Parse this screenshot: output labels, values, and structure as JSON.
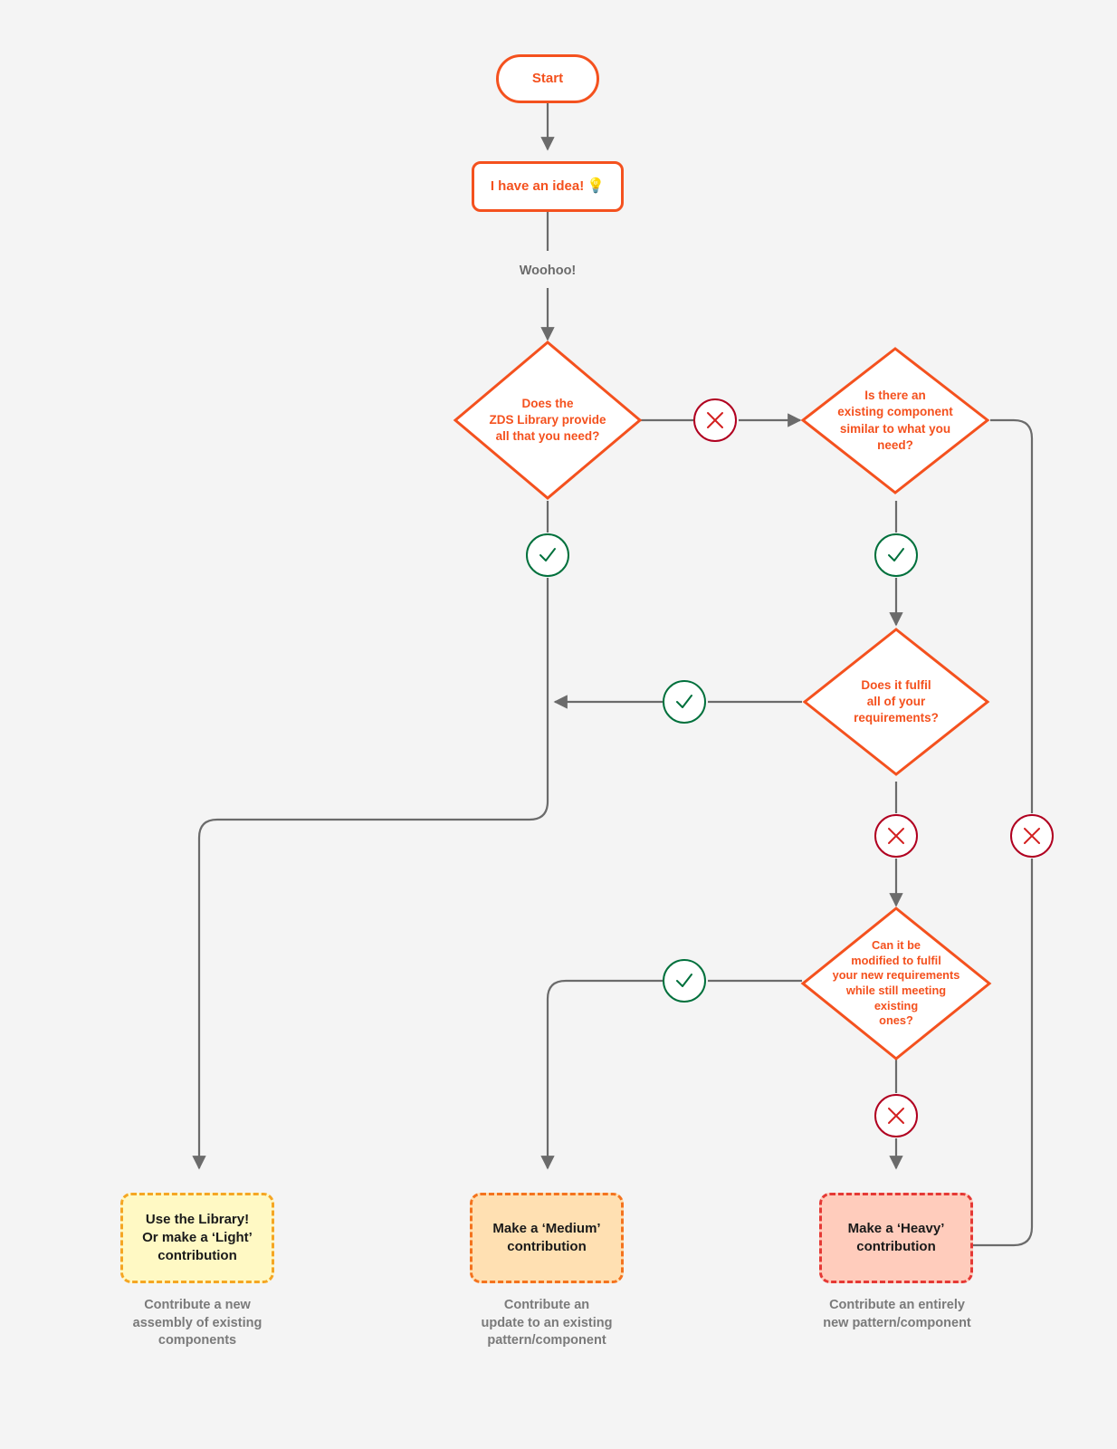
{
  "diagram": {
    "title": "ZDS contribution decision flow",
    "background": "#f4f4f4",
    "accent": "#f4511e",
    "yes_color": "#00703c",
    "no_color": "#b00020"
  },
  "nodes": {
    "start": {
      "label": "Start"
    },
    "idea": {
      "label": "I have an idea!",
      "icon": "💡"
    },
    "q1": {
      "label": "Does the\nZDS Library provide\nall that you need?"
    },
    "q2": {
      "label": "Is there an\nexisting component\nsimilar to what you\nneed?"
    },
    "q3": {
      "label": "Does it fulfil\nall of your\nrequirements?"
    },
    "q4": {
      "label": "Can it be\nmodified to fulfil\nyour new requirements\nwhile still meeting\nexisting\nones?"
    }
  },
  "outcomes": [
    {
      "key": "light",
      "label": "Use the Library!\nOr make a ‘Light’\ncontribution",
      "caption": "Contribute a new\nassembly of existing\ncomponents",
      "fill": "#fff9c4",
      "border": "#f5a623"
    },
    {
      "key": "medium",
      "label": "Make a ‘Medium’\ncontribution",
      "caption": "Contribute an\nupdate to an existing\npattern/component",
      "fill": "#ffe0b2",
      "border": "#f4731e"
    },
    {
      "key": "heavy",
      "label": "Make a ‘Heavy’\ncontribution",
      "caption": "Contribute an entirely\nnew pattern/component",
      "fill": "#ffccbc",
      "border": "#e53935"
    }
  ],
  "edge_labels": {
    "woohoo": "Woohoo!"
  },
  "badges": [
    {
      "key": "q1-no",
      "type": "no",
      "glyph": "×",
      "name": "no-badge"
    },
    {
      "key": "q1-yes",
      "type": "yes",
      "glyph": "✓",
      "name": "yes-badge"
    },
    {
      "key": "q2-yes",
      "type": "yes",
      "glyph": "✓",
      "name": "yes-badge"
    },
    {
      "key": "q2-no",
      "type": "no",
      "glyph": "×",
      "name": "no-badge"
    },
    {
      "key": "q3-yes",
      "type": "yes",
      "glyph": "✓",
      "name": "yes-badge"
    },
    {
      "key": "q3-no",
      "type": "no",
      "glyph": "×",
      "name": "no-badge"
    },
    {
      "key": "q4-yes",
      "type": "yes",
      "glyph": "✓",
      "name": "yes-badge"
    },
    {
      "key": "q4-no",
      "type": "no",
      "glyph": "×",
      "name": "no-badge"
    }
  ]
}
